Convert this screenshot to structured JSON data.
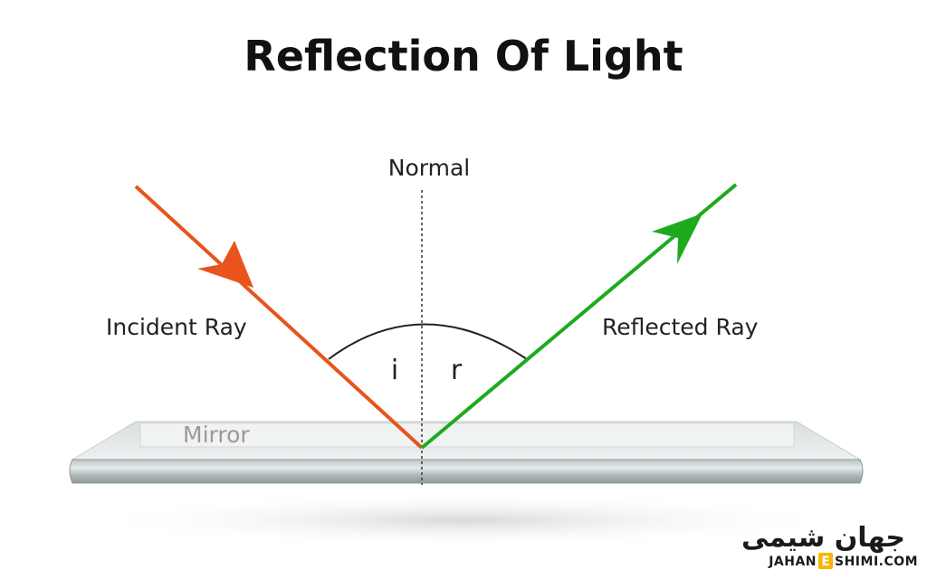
{
  "title": "Reflection Of Light",
  "labels": {
    "normal": "Normal",
    "incident_ray": "Incident Ray",
    "reflected_ray": "Reflected Ray",
    "angle_incidence": "i",
    "angle_reflection": "r",
    "mirror": "Mirror"
  },
  "logo": {
    "persian_text": "جهان شیمی",
    "url_left": "JAHAN",
    "url_mid": "E",
    "url_right": "SHIMI.COM"
  },
  "colors": {
    "incident_ray": "#e8541c",
    "reflected_ray": "#1eaa1e",
    "normal_line": "#444444",
    "angle_arc": "#222222",
    "logo_accent": "#f5b700"
  },
  "icons": {
    "incident_arrowhead": "arrowhead-icon",
    "reflected_arrowhead": "arrowhead-icon"
  }
}
